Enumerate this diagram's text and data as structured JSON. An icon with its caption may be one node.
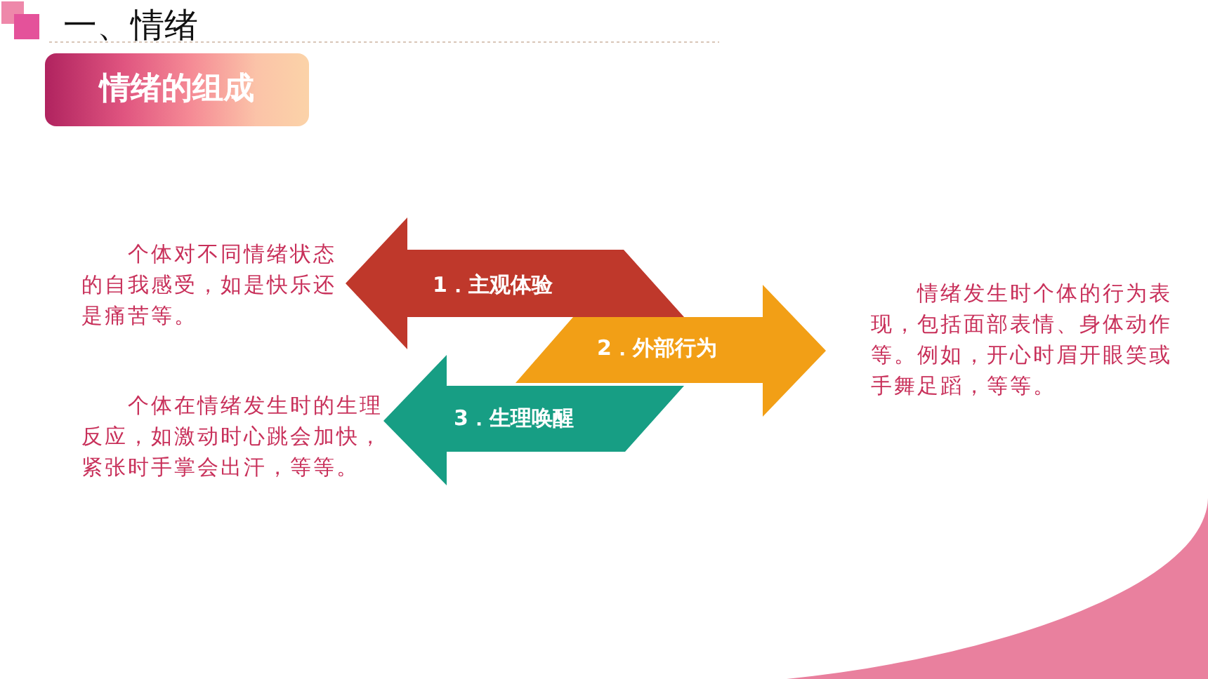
{
  "diagram": {
    "title": "一、情绪",
    "nodes": [
      {
        "text": [
          "情绪的组成"
        ]
      },
      {
        "text": [
          "1．主观体验"
        ]
      },
      {
        "text": [
          "2．外部行为"
        ]
      },
      {
        "text": [
          "3．生理唤醒"
        ]
      }
    ],
    "labels": [
      "个体对不同情绪状态的自我感受，如是快乐还是痛苦等。",
      "个体在情绪发生时的生理反应，如激动时心跳会加快，紧张时手掌会出汗，等等。",
      "情绪发生时个体的行为表现，包括面部表情、身体动作等。例如，开心时眉开眼笑或手舞足蹈，等等。"
    ]
  }
}
